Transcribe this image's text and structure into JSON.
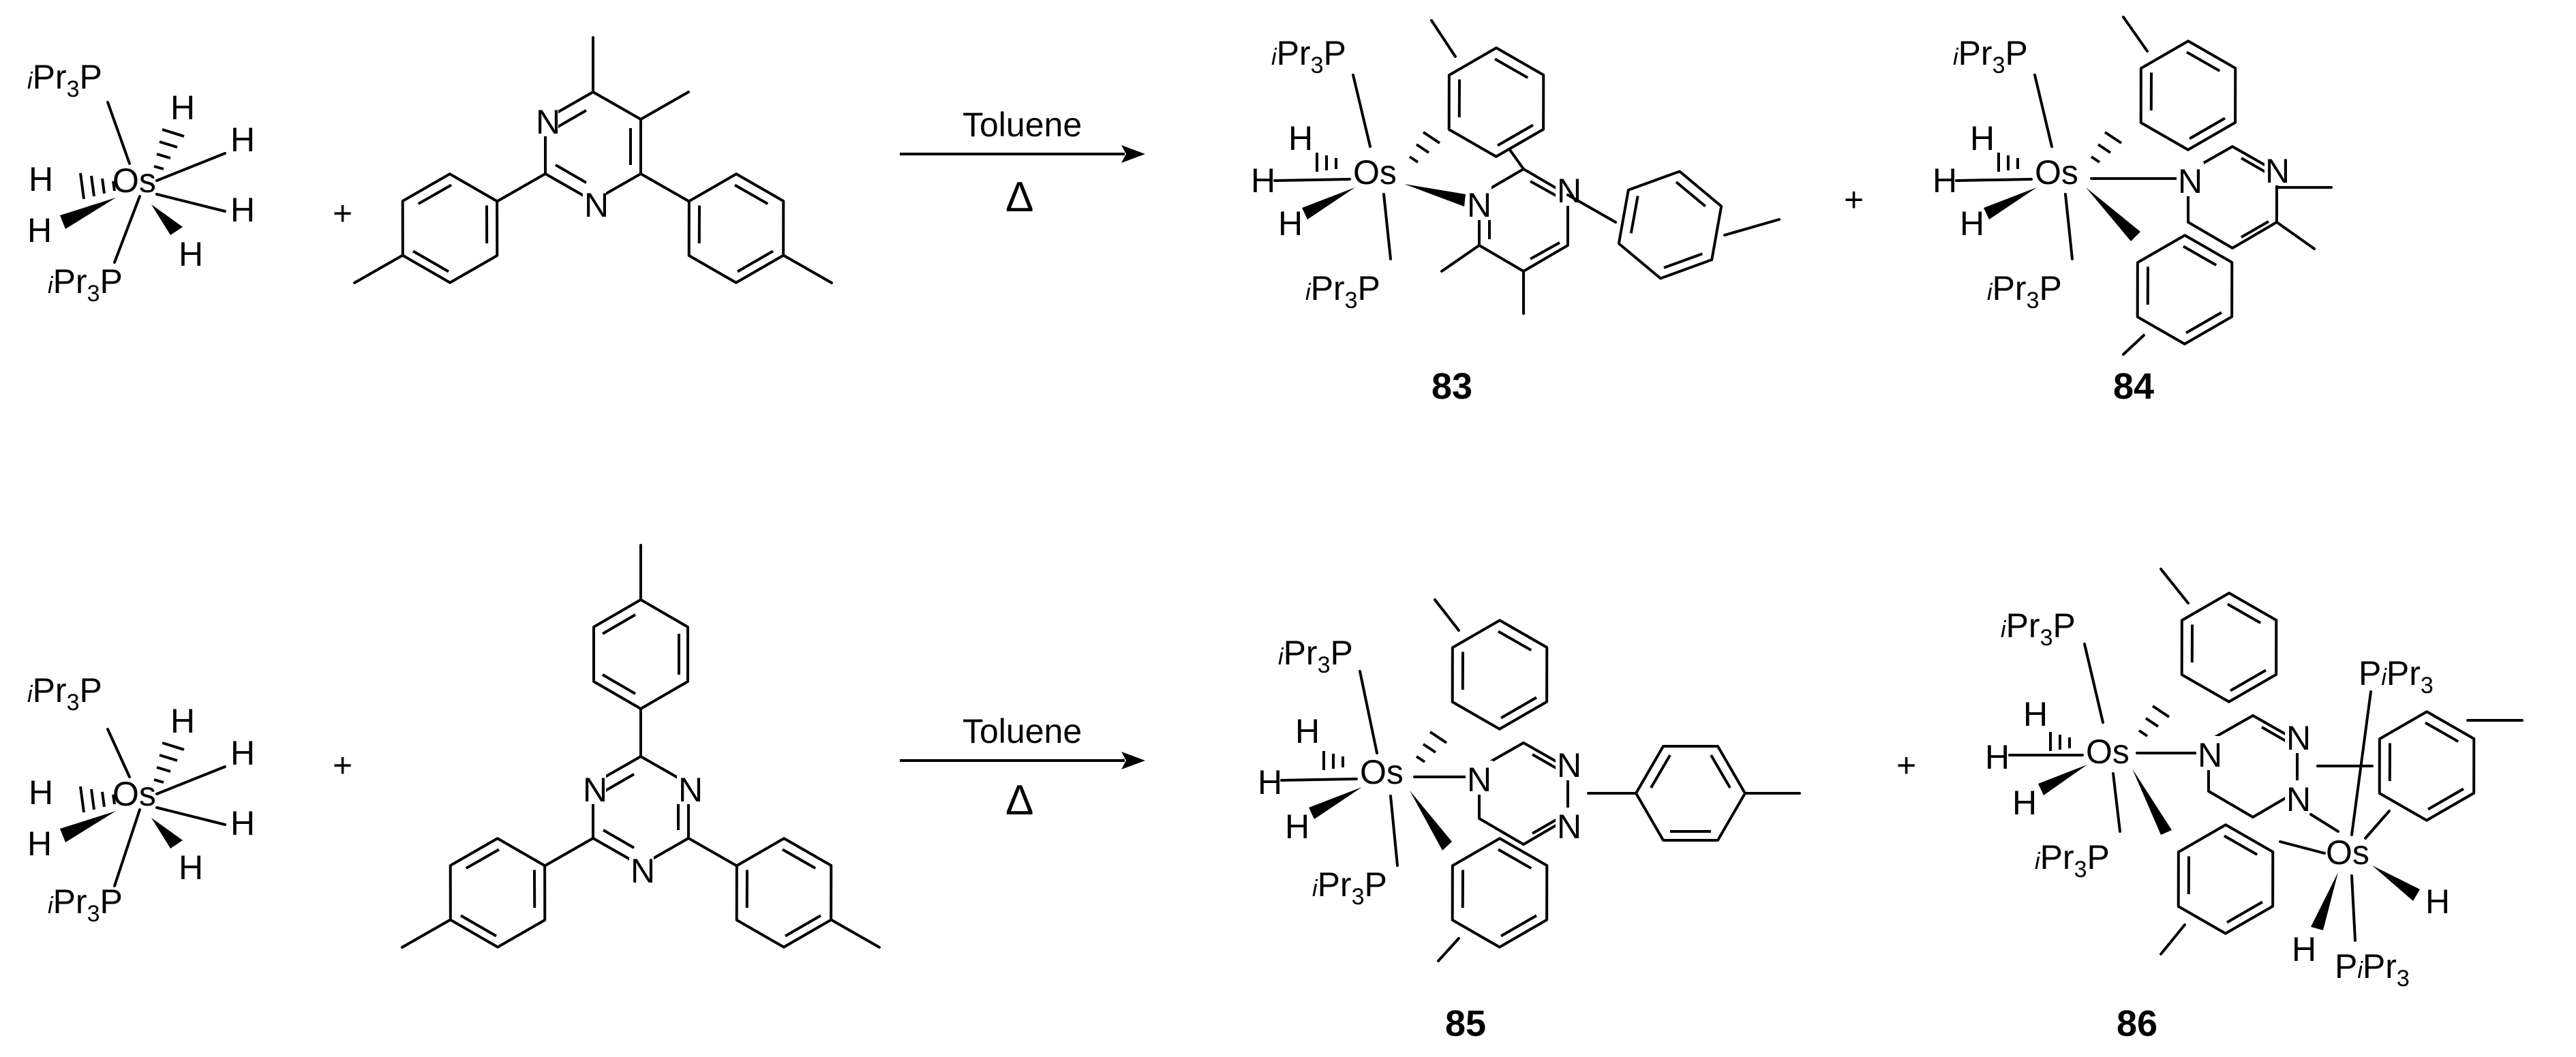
{
  "reactions": [
    {
      "reactant_label": "OsH6(PiPr3)2",
      "plus_1": "+",
      "condition_top": "Toluene",
      "condition_bottom": "Δ",
      "plus_2": "+",
      "products": [
        {
          "number": "83"
        },
        {
          "number": "84"
        }
      ]
    },
    {
      "reactant_label": "OsH6(PiPr3)2",
      "plus_1": "+",
      "condition_top": "Toluene",
      "condition_bottom": "Δ",
      "plus_2": "+",
      "products": [
        {
          "number": "85"
        },
        {
          "number": "86"
        }
      ]
    }
  ],
  "atoms": {
    "metal": "Os",
    "hydride": "H",
    "nitrogen": "N",
    "phosphorus": "P",
    "iso_prefix": "i",
    "pr": "Pr",
    "three": "3"
  }
}
